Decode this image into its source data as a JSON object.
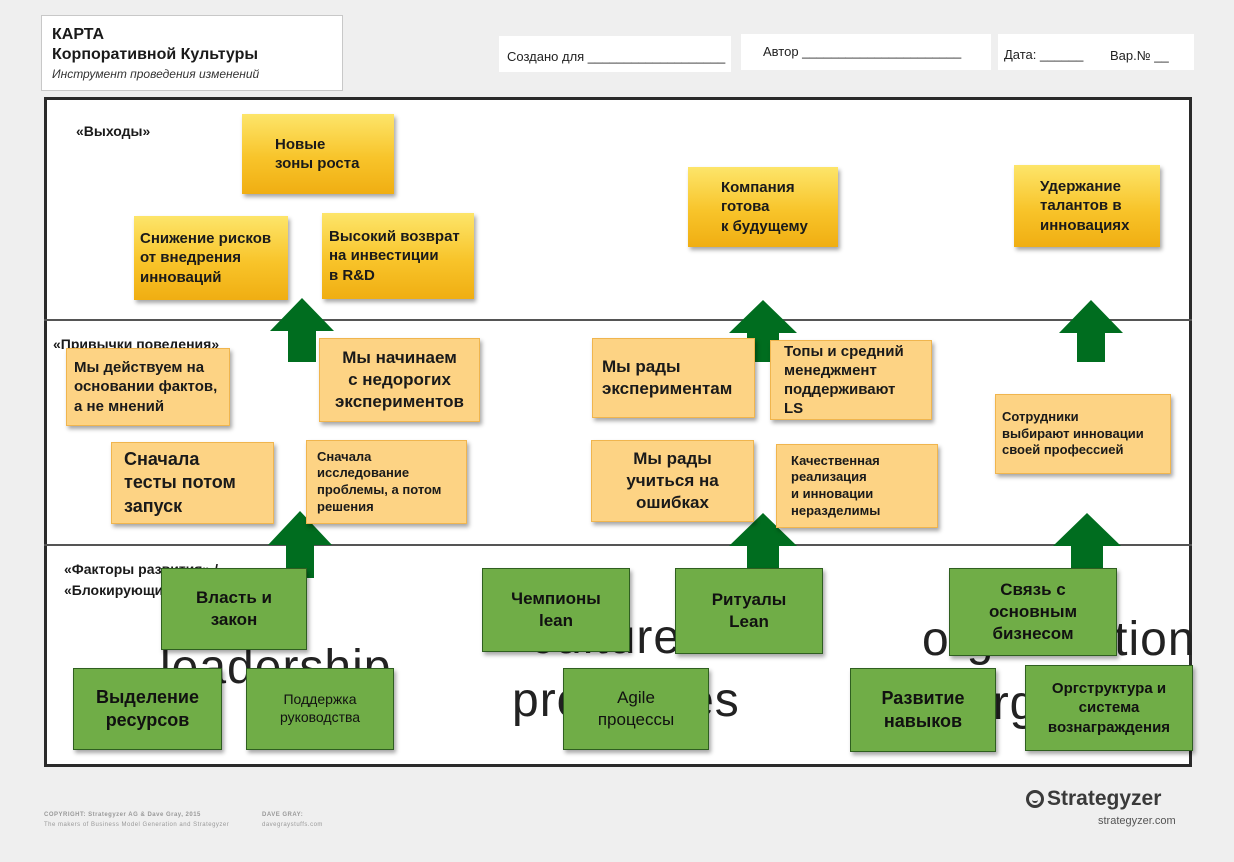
{
  "header": {
    "title_line1": "КАРТА",
    "title_line2": "Корпоративной Культуры",
    "subtitle": "Инструмент проведения изменений",
    "created_for": "Создано для ___________________",
    "author": "Автор ______________________",
    "date": "Дата: ______",
    "version": "Вар.№ __"
  },
  "sections": {
    "outcomes": "«Выходы»",
    "behaviors": "«Привычки поведения»",
    "enablers": "«Факторы развития» /",
    "blockers": "«Блокирующие»"
  },
  "background_words": [
    "leadership",
    "culture &",
    "processes",
    "organization",
    "orga"
  ],
  "outcomes": [
    [
      "Новые",
      "зоны роста"
    ],
    [
      "Снижение рисков",
      "от внедрения",
      "инноваций"
    ],
    [
      "Высокий возврат",
      "на инвестиции",
      "в R&D"
    ],
    [
      "Компания",
      "готова",
      "к будущему"
    ],
    [
      "Удержание",
      "талантов в",
      "инновациях"
    ]
  ],
  "behaviors": [
    [
      "Мы действуем на",
      "основании фактов,",
      "а не мнений"
    ],
    [
      "Мы начинаем",
      "с недорогих",
      "экспериментов"
    ],
    [
      "Сначала",
      "тесты потом",
      "запуск"
    ],
    [
      "Сначала",
      "исследование",
      "проблемы, а потом",
      "решения"
    ],
    [
      "Мы рады",
      "экспериментам"
    ],
    [
      "Топы и средний",
      "менеджмент",
      "поддерживают LS"
    ],
    [
      "Мы рады",
      "учиться на",
      "ошибках"
    ],
    [
      "Качественная",
      "реализация",
      "и инновации",
      "неразделимы"
    ],
    [
      "Сотрудники",
      "выбирают инновации",
      "своей профессией"
    ]
  ],
  "enablers": [
    [
      "Власть и",
      "закон"
    ],
    [
      "Выделение",
      "ресурсов"
    ],
    [
      "Поддержка",
      "руководства"
    ],
    [
      "Чемпионы",
      "lean"
    ],
    [
      "Ритуалы",
      "Lean"
    ],
    [
      "Agile",
      "процессы"
    ],
    [
      "Связь с",
      "основным",
      "бизнесом"
    ],
    [
      "Развитие",
      "навыков"
    ],
    [
      "Оргструктура и",
      "система",
      "вознаграждения"
    ]
  ],
  "footer": {
    "copyright": "COPYRIGHT: Strategyzer AG & Dave Gray, 2015",
    "copyright_sub": "The makers of Business Model Generation and Strategyzer",
    "dave_gray": "DAVE GRAY:",
    "dave_gray_sub": "davegraystuffs.com",
    "logo_text": "Strategyzer",
    "logo_url": "strategyzer.com"
  },
  "colors": {
    "arrow": "#006d1f",
    "gold": "#f8c42a",
    "pale": "#fdd384",
    "green": "#70ad47"
  }
}
